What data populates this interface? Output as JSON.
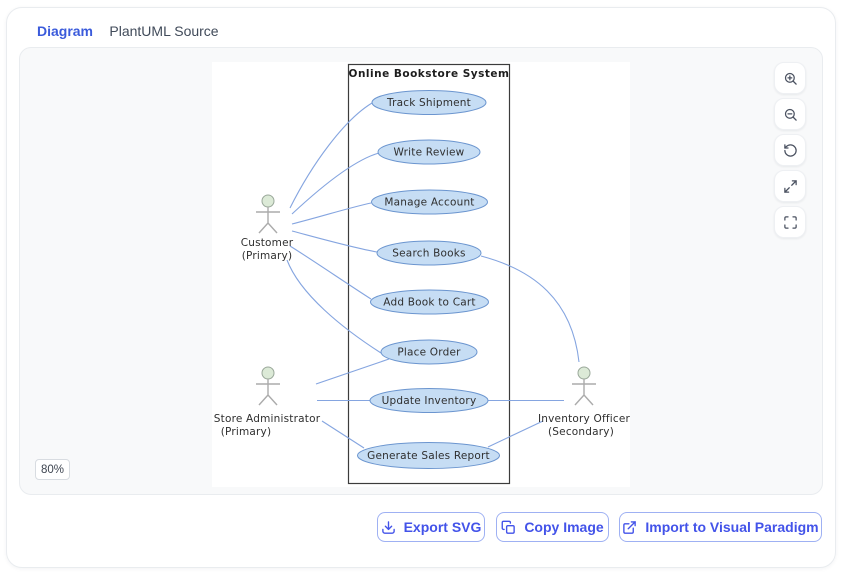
{
  "colors": {
    "accent": "#4353e9",
    "tab_active": "#3b5bdb",
    "edge": "#85a5e0",
    "usecase_fill": "#c6ddf4",
    "usecase_border": "#6b95cf",
    "actor_head_fill": "#dcead7",
    "actor_stroke": "#9aa89a"
  },
  "tabs": {
    "diagram": "Diagram",
    "source": "PlantUML Source"
  },
  "viewer": {
    "zoom_level": "80%",
    "controls": {
      "zoom_in": "zoom-in",
      "zoom_out": "zoom-out",
      "reset": "reset-view",
      "expand": "expand",
      "fullscreen": "fullscreen"
    }
  },
  "diagram": {
    "system_title": "Online Bookstore System",
    "use_cases": [
      "Track Shipment",
      "Write Review",
      "Manage Account",
      "Search Books",
      "Add Book to Cart",
      "Place Order",
      "Update Inventory",
      "Generate Sales Report"
    ],
    "actors": [
      {
        "name": "Customer",
        "role": "(Primary)"
      },
      {
        "name": "Store Administrator",
        "role": "(Primary)"
      },
      {
        "name": "Inventory Officer",
        "role": "(Secondary)"
      }
    ]
  },
  "footer": {
    "export_svg": "Export SVG",
    "copy_image": "Copy Image",
    "import_vp": "Import to Visual Paradigm"
  }
}
